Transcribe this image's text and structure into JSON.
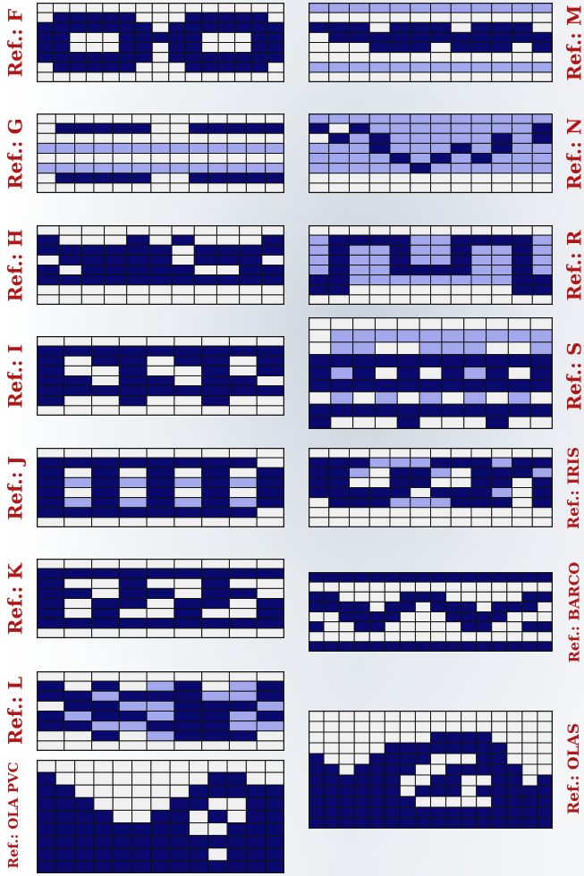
{
  "colors": {
    "dark": "#0a0a6e",
    "light": "#a3a8ec",
    "empty": "#f0f0f0",
    "grid": "#101010",
    "label": "#b01818"
  },
  "labels": {
    "F": "Ref.: F",
    "G": "Ref.: G",
    "H": "Ref.: H",
    "I": "Ref.: I",
    "J": "Ref.: J",
    "K": "Ref.: K",
    "L": "Ref.: L",
    "OLA_PVC": "Ref.: OLA PVC",
    "M": "Ref.: M",
    "N": "Ref.: N",
    "R": "Ref.: R",
    "S": "Ref.: S",
    "IRIS": "Ref.: IRIS",
    "BARCO": "Ref.: BARCO",
    "OLAS": "Ref.: OLAS"
  },
  "patterns": {
    "F": [
      "...............",
      ".XXXXX...XXXXX.",
      "XXXXXXX.XXXXXXX",
      "XX...XXXXX...XX",
      "XX...XX.XX...XX",
      "XXXXXXX.XXXXXXX",
      ".XXXXX...XXXXX.",
      "..............."
    ],
    "G": [
      ".............",
      ".XXXXX..XXXXX",
      ".............",
      "ooooooooooooo",
      ".............",
      "ooooooooooooo",
      ".XXXXX..XXXXX",
      "............."
    ],
    "H": [
      "...........",
      "X...X.X...X",
      "XXXXXX.XXXX",
      ".XXXXX.XXX.",
      "X.XXXXX..XX",
      "XXXXXXXXXXX",
      "...........",
      "..........."
    ],
    "I": [
      ".........",
      "XXXXXXXXX",
      "X.XX.XX.X",
      "X..X..X.X",
      "XX.XX.XX.",
      "XXXXXXXXX",
      "X..X..X..",
      "........."
    ],
    "J": [
      ".........",
      "XXXXXXXX.",
      "X.X.X.X.X",
      "XoXoXoXoX",
      "X.X.X.X.X",
      "XoXoXoXoX",
      "XXXXXXXX.",
      "........."
    ],
    "K": [
      ".........",
      "XXXXXXXXX",
      "X..X..X..",
      "XX.XX.XX.",
      "X.XX.XX.X",
      "X.X..X..X",
      "XXXXXXXXX",
      "........."
    ],
    "L": [
      ".........",
      "X.X.oX.oX",
      "XXoXXXooX",
      ".XXooXXXo",
      "XoXXoXXoX",
      "XXooXXXoo",
      "..X.oXXX.",
      "........."
    ],
    "OLA_PVC": [
      ".............",
      "X........XX..",
      "XX......XXXXX",
      "XXX....XX..XX",
      "XXXX..XX.X.XX",
      "XXXXXXXX..XXX",
      "XXXXXXXXXXXXX",
      "XXXXXXXXX.XXX",
      "XXXXXXXXXXXXX"
    ],
    "M": [
      "oooooooooooo",
      "............",
      "XXX.XXX.XXX.",
      ".XXXXXXXXXXX",
      "...XXX.XXX.X",
      "............",
      "oooooooooooo",
      "............"
    ],
    "N": [
      "oooooooooooo",
      "X.XooooooooX",
      ".XoXoooooXoX",
      "oooXoooXoXoo",
      "ooooXoXoXooo",
      "oooooXoooooo",
      "............",
      "............"
    ],
    "R": [
      "............",
      "oXXXXooXXXXo",
      "oXooXooXooXo",
      "oXooXooXooXo",
      "oXooXXXXooXo",
      "XXooooooooXX",
      "XX........XX",
      "............"
    ],
    "S": [
      "...........",
      ".oooooooooo",
      ".oo..ooo..o",
      "XXXXXXXXXXX",
      "XoX.X.XoX.X",
      "XXXXXXXXXXX",
      ".o.o.o.o.o.",
      "XXXXXXXXXXX",
      "X...X...X.."
    ],
    "IRIS": [
      "............",
      "XXXoooXXXoXX",
      "XXo.XXo.XXXo",
      "XX..XX..XX.X",
      "XXXXX.XXXo.X",
      ".XXXoooXXX.X",
      "............",
      "............"
    ],
    "BARCO": [
      "XXXXXXXXXXXXXXXX",
      "................",
      "XX....XXX.....XX",
      "XXXX.XX.XXX.XXX.",
      "..XXXX...XXXX...",
      "X..XX.....XX..XX",
      "................",
      "XXXXXXXXXXXXXXXX"
    ],
    "OLAS": [
      "................",
      "................",
      "........XXXX....",
      ".....XXXXXXXX...",
      "X...XXXX...XX...",
      "XX.XXXX..XXXXX..",
      "XXXXXX..XX..XX.X",
      "XXXXXX.XXX.XXXXX",
      "XXXXXXX.....XXXX",
      "XXXXXXXXXXXXXXXX",
      "XXXXXXXXXXXXXXXX"
    ]
  }
}
